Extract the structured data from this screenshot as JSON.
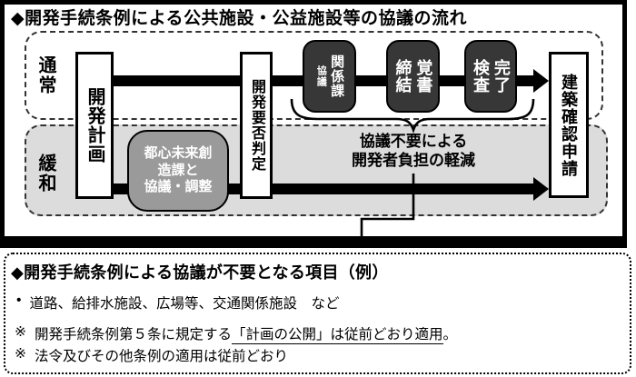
{
  "colors": {
    "dark_node_bg": "#373737",
    "gray_node_bg": "#9a9a9a",
    "relax_lane_bg": "#dcdcdc",
    "frame": "#000000"
  },
  "top_section": {
    "title": "◆開発手続条例による公共施設・公益施設等の協議の流れ",
    "lane_normal_label": "通常",
    "lane_relax_label": "緩和",
    "node_dev_plan": "開発計画",
    "node_dev_judgment": "開発要否判定",
    "node_building_app": "建築確認申請",
    "dark_node_kankeika": {
      "col_right": "関係課",
      "col_left": "協議"
    },
    "dark_node_oboegaki": {
      "col_right": "覚書",
      "col_left": "締結"
    },
    "dark_node_kensa": {
      "col_right": "完了",
      "col_left": "検査"
    },
    "gray_node_text": "都心未来創\n造課と\n協議・調整",
    "benefit_text": "協議不要による\n開発者負担の軽減"
  },
  "bottom_section": {
    "title": "◆開発手続条例による協議が不要となる項目（例）",
    "bullet_marker": "•",
    "bullet_text": "道路、給排水施設、広場等、交通関係施設　など",
    "note1_marker": "※",
    "note1_pre": "開発手続条例第５条に規定する",
    "note1_underline": "「計画の公開」は従前どおり適用",
    "note1_post": "。",
    "note2_marker": "※",
    "note2_text": "法令及びその他条例の適用は従前どおり"
  }
}
